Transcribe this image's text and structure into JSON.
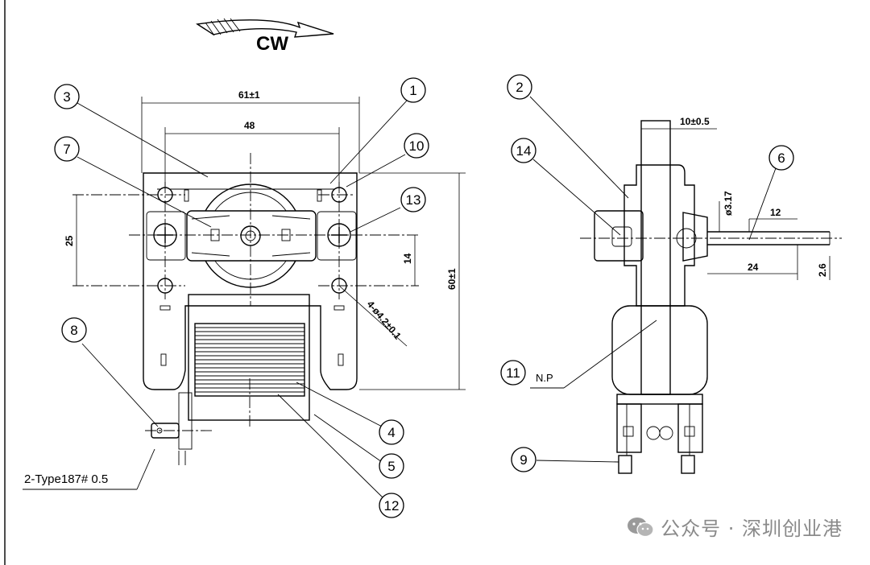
{
  "direction_label": "CW",
  "dimensions": {
    "width_outer": "61±1",
    "width_inner": "48",
    "height_outer": "60±1",
    "height_left": "25",
    "height_right": "14",
    "holes": "4-ø4.2±0.1",
    "side_width": "10±0.5",
    "shaft_dia": "ø3.17",
    "shaft_12": "12",
    "shaft_24": "24",
    "shaft_26": "2.6"
  },
  "balloons": [
    "1",
    "2",
    "3",
    "4",
    "5",
    "6",
    "7",
    "8",
    "9",
    "10",
    "11",
    "12",
    "13",
    "14"
  ],
  "np_label": "N.P",
  "terminal_label": "2-Type187# 0.5",
  "watermark": "公众号 · 深圳创业港"
}
